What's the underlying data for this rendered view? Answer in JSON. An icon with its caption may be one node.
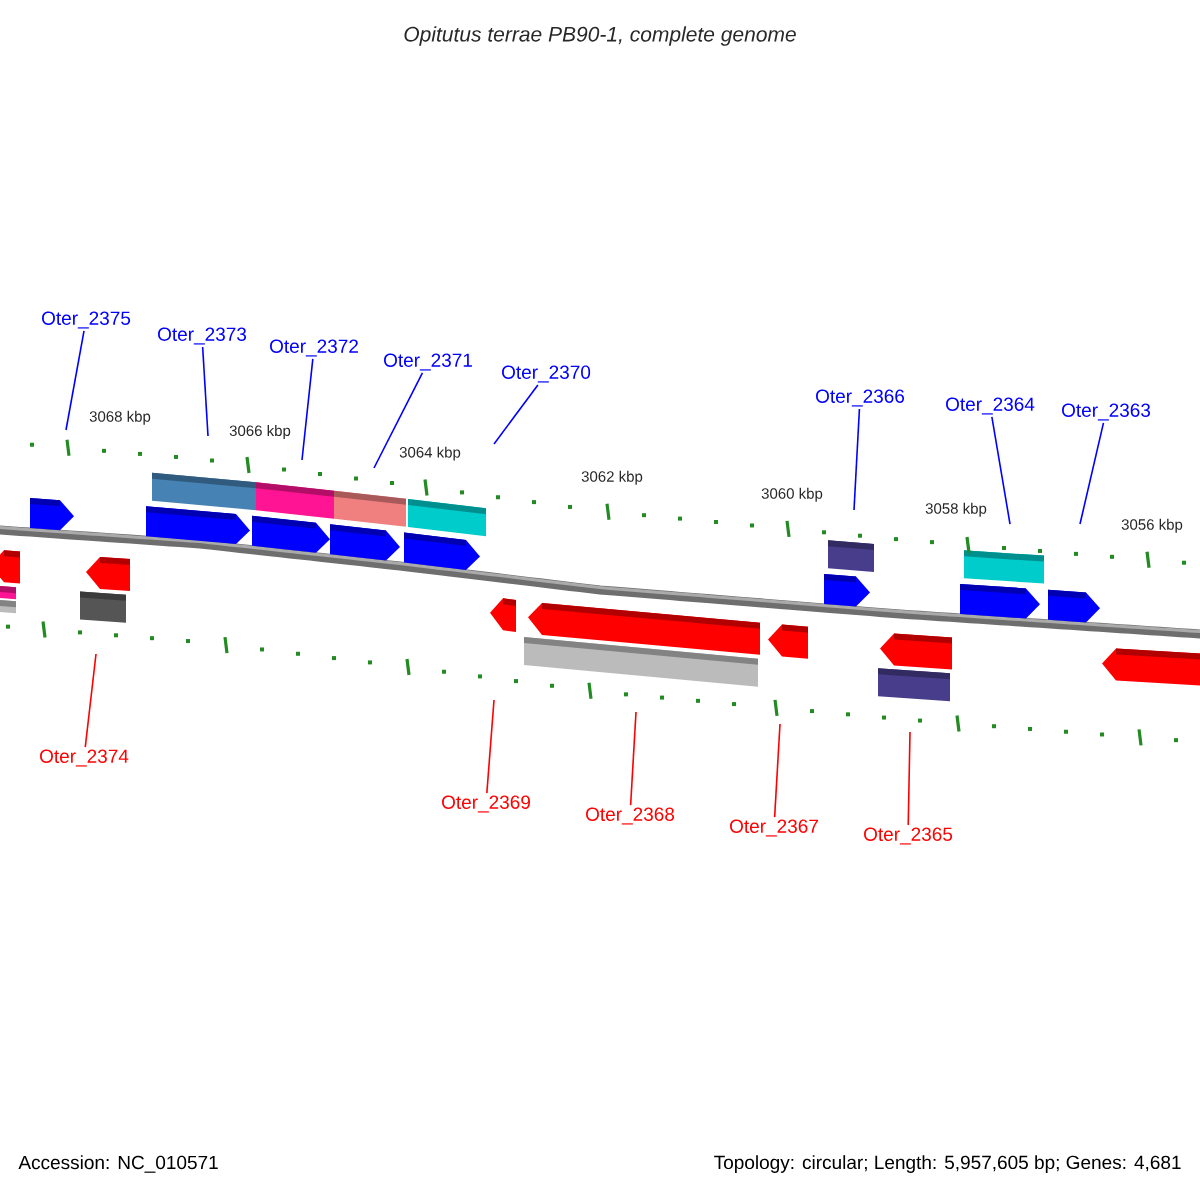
{
  "diagram": {
    "title": "Opitutus terrae PB90-1, complete genome",
    "nodes": [
      {
        "text": [
          "Oter_2375"
        ]
      },
      {
        "text": [
          "Oter_2373"
        ]
      },
      {
        "text": [
          "Oter_2372"
        ]
      },
      {
        "text": [
          "Oter_2371"
        ]
      },
      {
        "text": [
          "Oter_2370"
        ]
      },
      {
        "text": [
          "Oter_2366"
        ]
      },
      {
        "text": [
          "Oter_2364"
        ]
      },
      {
        "text": [
          "Oter_2363"
        ]
      },
      {
        "text": [
          "Oter_2374"
        ]
      },
      {
        "text": [
          "Oter_2369"
        ]
      },
      {
        "text": [
          "Oter_2368"
        ]
      },
      {
        "text": [
          "Oter_2367"
        ]
      },
      {
        "text": [
          "Oter_2365"
        ]
      }
    ],
    "edges": [
      {
        "from": 0,
        "to": null,
        "arrow": "none"
      },
      {
        "from": 1,
        "to": null,
        "arrow": "none"
      },
      {
        "from": 2,
        "to": null,
        "arrow": "none"
      },
      {
        "from": 3,
        "to": null,
        "arrow": "none"
      },
      {
        "from": 4,
        "to": null,
        "arrow": "none"
      },
      {
        "from": 5,
        "to": null,
        "arrow": "none"
      },
      {
        "from": 6,
        "to": null,
        "arrow": "none"
      },
      {
        "from": 7,
        "to": null,
        "arrow": "none"
      },
      {
        "from": 8,
        "to": null,
        "arrow": "none",
        "color": "#ff0000"
      },
      {
        "from": 9,
        "to": null,
        "arrow": "none",
        "color": "#ff0000"
      },
      {
        "from": 10,
        "to": null,
        "arrow": "none",
        "color": "#ff0000"
      },
      {
        "from": 11,
        "to": null,
        "arrow": "none",
        "color": "#ff0000"
      },
      {
        "from": 12,
        "to": null,
        "arrow": "none",
        "color": "#ff0000"
      }
    ],
    "labels": [
      "3068 kbp",
      "3066 kbp",
      "3064 kbp",
      "3062 kbp",
      "3060 kbp",
      "3058 kbp",
      "3056 kbp",
      "Accession: NC_010571",
      "Topology: circular; Length: 5,957,605 bp; Genes: 4,681"
    ]
  }
}
